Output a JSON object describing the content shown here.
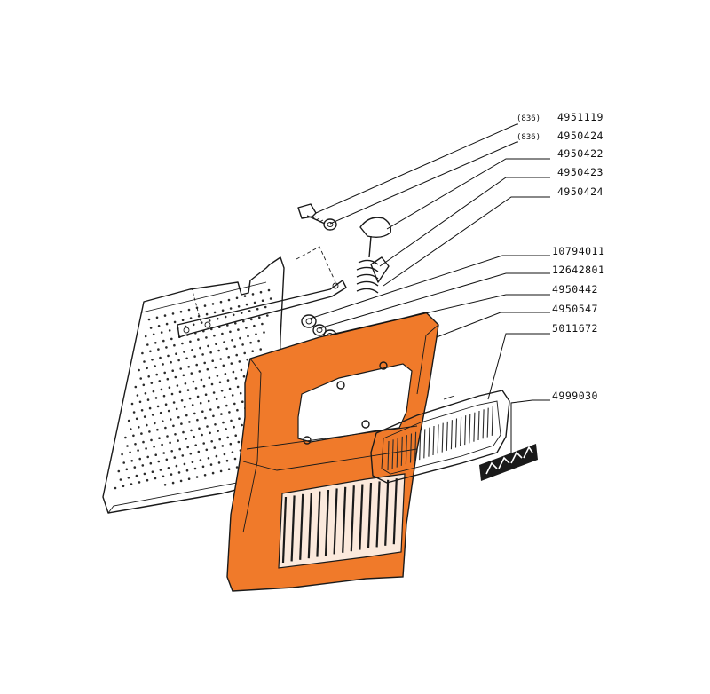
{
  "colors": {
    "grille": "#f07a2a",
    "grille_shadow": "#d9621a",
    "ink": "#1a1a1a",
    "background": "#ffffff"
  },
  "callouts": [
    {
      "qualifier": "(836)",
      "part_number": "4951119"
    },
    {
      "qualifier": "(836)",
      "part_number": "4950424"
    },
    {
      "qualifier": "",
      "part_number": "4950422"
    },
    {
      "qualifier": "",
      "part_number": "4950423"
    },
    {
      "qualifier": "",
      "part_number": "4950424"
    },
    {
      "qualifier": "",
      "part_number": "10794011"
    },
    {
      "qualifier": "",
      "part_number": "12642801"
    },
    {
      "qualifier": "",
      "part_number": "4950442"
    },
    {
      "qualifier": "",
      "part_number": "4950547"
    },
    {
      "qualifier": "",
      "part_number": "5011672"
    },
    {
      "qualifier": "",
      "part_number": "4999030"
    }
  ],
  "parts": {
    "perforated_screen": "perforated-screen",
    "grille_housing": "front-grille-housing",
    "insert_grille": "insert-grille",
    "emblem": "emblem-badge",
    "bolt": "bolt",
    "washer": "washer",
    "knob": "knob",
    "spring": "spring",
    "bracket": "bracket"
  }
}
